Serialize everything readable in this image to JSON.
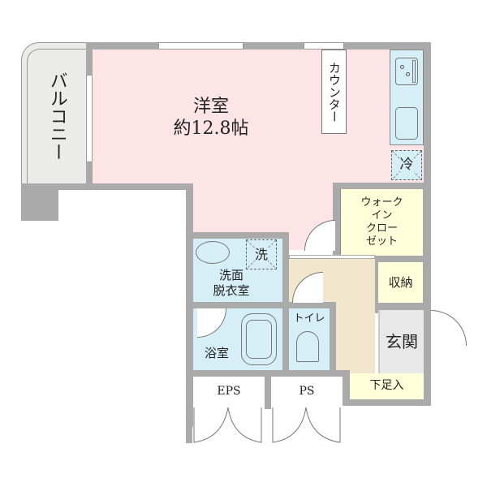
{
  "floorplan": {
    "rooms": {
      "western_room": {
        "name": "洋室",
        "area": "約12.8帖",
        "color": "#fde4e6"
      },
      "balcony": {
        "name": "バルコニー",
        "color": "#ebebea"
      },
      "counter": {
        "name": "カウンター"
      },
      "refrigerator": {
        "name": "冷",
        "color": "#d6eef5"
      },
      "walk_in_closet": {
        "name": "ウォーク\nイン\nクロー\nゼット",
        "line1": "ウォーク",
        "line2": "イン",
        "line3": "クロー",
        "line4": "ゼット",
        "color": "#ffffd9"
      },
      "washroom": {
        "line1": "洗面",
        "line2": "脱衣室",
        "color": "#d6eef5"
      },
      "washer": {
        "name": "洗"
      },
      "bathroom": {
        "name": "浴室",
        "color": "#d6eef5"
      },
      "toilet": {
        "name": "トイレ",
        "color": "#d6eef5"
      },
      "storage": {
        "name": "収納",
        "color": "#ffffd9"
      },
      "entrance": {
        "name": "玄関",
        "color": "#e8e8e8"
      },
      "shoe_box": {
        "name": "下足入",
        "color": "#ffffd9"
      },
      "hallway": {
        "color": "#f2e6cc"
      },
      "eps": {
        "name": "EPS"
      },
      "ps": {
        "name": "PS"
      }
    },
    "colors": {
      "wall": "#aaaaaa",
      "kitchen": "#d6eef5"
    }
  }
}
